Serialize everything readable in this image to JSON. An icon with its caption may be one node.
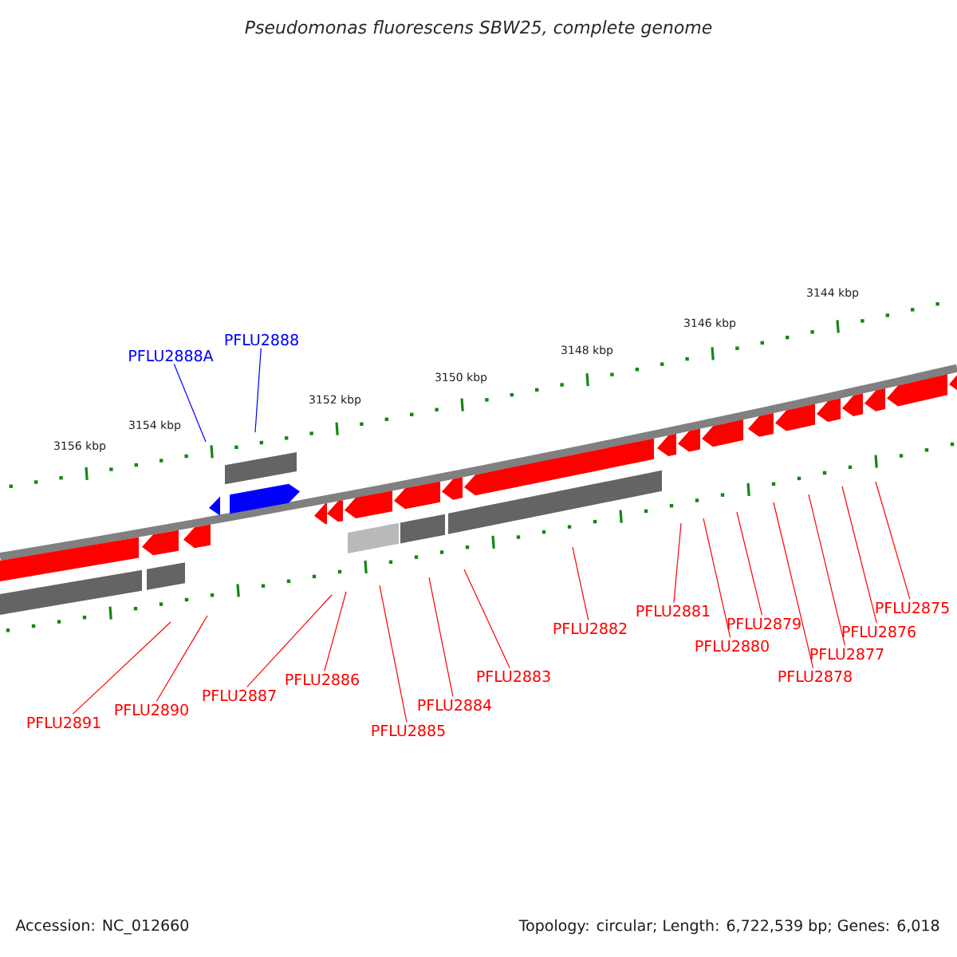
{
  "diagram": {
    "title": "Pseudomonas fluorescens SBW25, complete genome",
    "nodes": [
      {
        "text": [
          "PFLU2888A"
        ]
      },
      {
        "text": [
          "PFLU2888"
        ]
      },
      {
        "text": [
          "PFLU2891"
        ]
      },
      {
        "text": [
          "PFLU2890"
        ]
      },
      {
        "text": [
          "PFLU2887"
        ]
      },
      {
        "text": [
          "PFLU2886"
        ]
      },
      {
        "text": [
          "PFLU2885"
        ]
      },
      {
        "text": [
          "PFLU2884"
        ]
      },
      {
        "text": [
          "PFLU2883"
        ]
      },
      {
        "text": [
          "PFLU2882"
        ]
      },
      {
        "text": [
          "PFLU2881"
        ]
      },
      {
        "text": [
          "PFLU2880"
        ]
      },
      {
        "text": [
          "PFLU2879"
        ]
      },
      {
        "text": [
          "PFLU2878"
        ]
      },
      {
        "text": [
          "PFLU2877"
        ]
      },
      {
        "text": [
          "PFLU2876"
        ]
      },
      {
        "text": [
          "PFLU2875"
        ]
      }
    ],
    "edges": [
      {
        "from": 0,
        "to": null,
        "arrow": "none",
        "color": "#0000ff"
      },
      {
        "from": 1,
        "to": null,
        "arrow": "none",
        "color": "#0000ff"
      },
      {
        "from": 2,
        "to": null,
        "arrow": "none"
      },
      {
        "from": 3,
        "to": null,
        "arrow": "none"
      },
      {
        "from": 4,
        "to": null,
        "arrow": "none"
      },
      {
        "from": 5,
        "to": null,
        "arrow": "none"
      },
      {
        "from": 6,
        "to": null,
        "arrow": "none"
      },
      {
        "from": 7,
        "to": null,
        "arrow": "none"
      },
      {
        "from": 8,
        "to": null,
        "arrow": "none"
      },
      {
        "from": 9,
        "to": null,
        "arrow": "none"
      },
      {
        "from": 10,
        "to": null,
        "arrow": "none"
      },
      {
        "from": 11,
        "to": null,
        "arrow": "none"
      },
      {
        "from": 12,
        "to": null,
        "arrow": "none"
      },
      {
        "from": 13,
        "to": null,
        "arrow": "none"
      },
      {
        "from": 14,
        "to": null,
        "arrow": "none"
      },
      {
        "from": 15,
        "to": null,
        "arrow": "none"
      },
      {
        "from": 16,
        "to": null,
        "arrow": "none"
      }
    ],
    "labels": [
      "3156 kbp",
      "3154 kbp",
      "3152 kbp",
      "3150 kbp",
      "3148 kbp",
      "3146 kbp",
      "3144 kbp",
      "Accession: NC_012660",
      "Topology: circular; Length: 6,722,539 bp; Genes: 6,018"
    ]
  }
}
